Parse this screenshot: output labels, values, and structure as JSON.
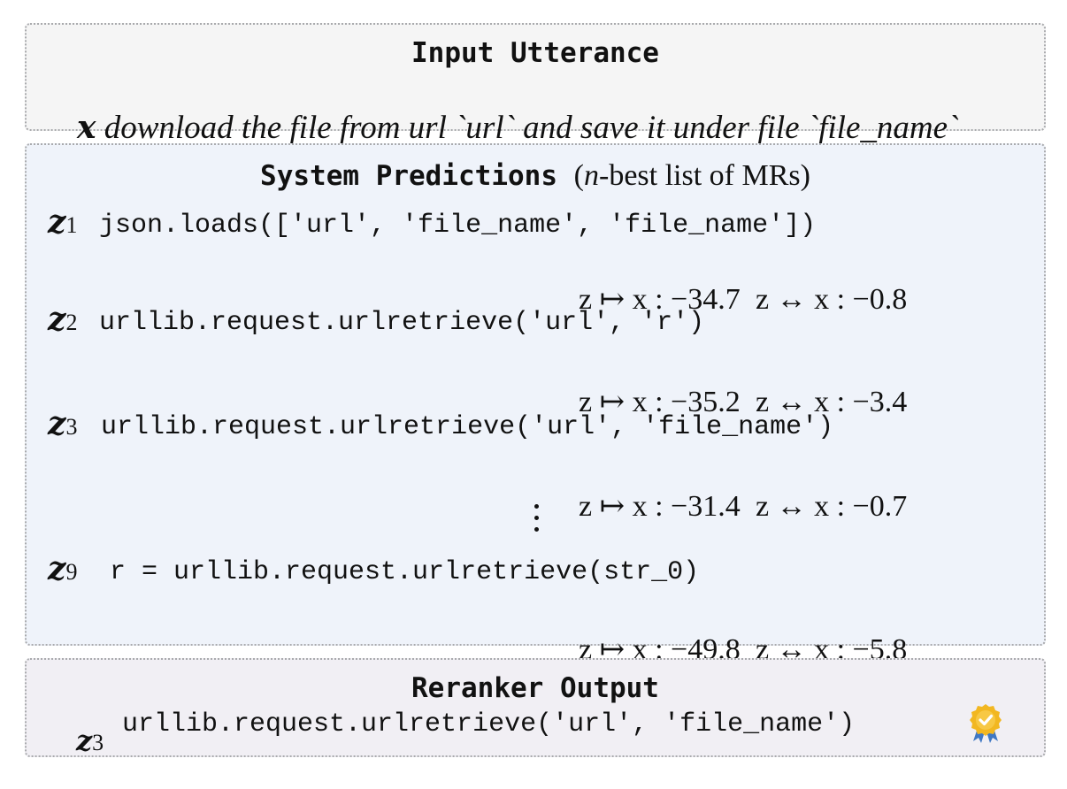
{
  "input": {
    "title": "Input Utterance",
    "var": "x",
    "text": " download the file from url `url` and save it under file `file_name`"
  },
  "predictions": {
    "title": "System Predictions",
    "subtitle_pre": "(",
    "subtitle_n": "n",
    "subtitle_post": "-best list of MRs)",
    "var": "z",
    "score_label_a": "z ↦ x : ",
    "score_label_b": "z ↔ x : ",
    "items": [
      {
        "sub": "1",
        "code": "json.loads(['url', 'file_name', 'file_name'])",
        "score_gen": "−34.7",
        "score_bi": "−0.8"
      },
      {
        "sub": "2",
        "code": "urllib.request.urlretrieve('url', 'r')",
        "score_gen": "−35.2",
        "score_bi": "−3.4"
      },
      {
        "sub": "3",
        "code": "urllib.request.urlretrieve('url', 'file_name')",
        "score_gen": "−31.4",
        "score_bi": "−0.7"
      },
      {
        "sub": "9",
        "code": "r = urllib.request.urlretrieve(str_0)",
        "score_gen": "−49.8",
        "score_bi": "−5.8"
      }
    ]
  },
  "reranker": {
    "title": "Reranker Output",
    "var": "z",
    "sub": "3",
    "code": "urllib.request.urlretrieve('url', 'file_name')",
    "badge_icon": "award-badge-icon"
  },
  "colors": {
    "input_bg": "#f5f5f5",
    "predictions_bg": "#eff3fa",
    "reranker_bg": "#f1eff4",
    "border": "#a9aaad",
    "badge_gold": "#f2b721",
    "badge_ribbon": "#3f78c4"
  }
}
